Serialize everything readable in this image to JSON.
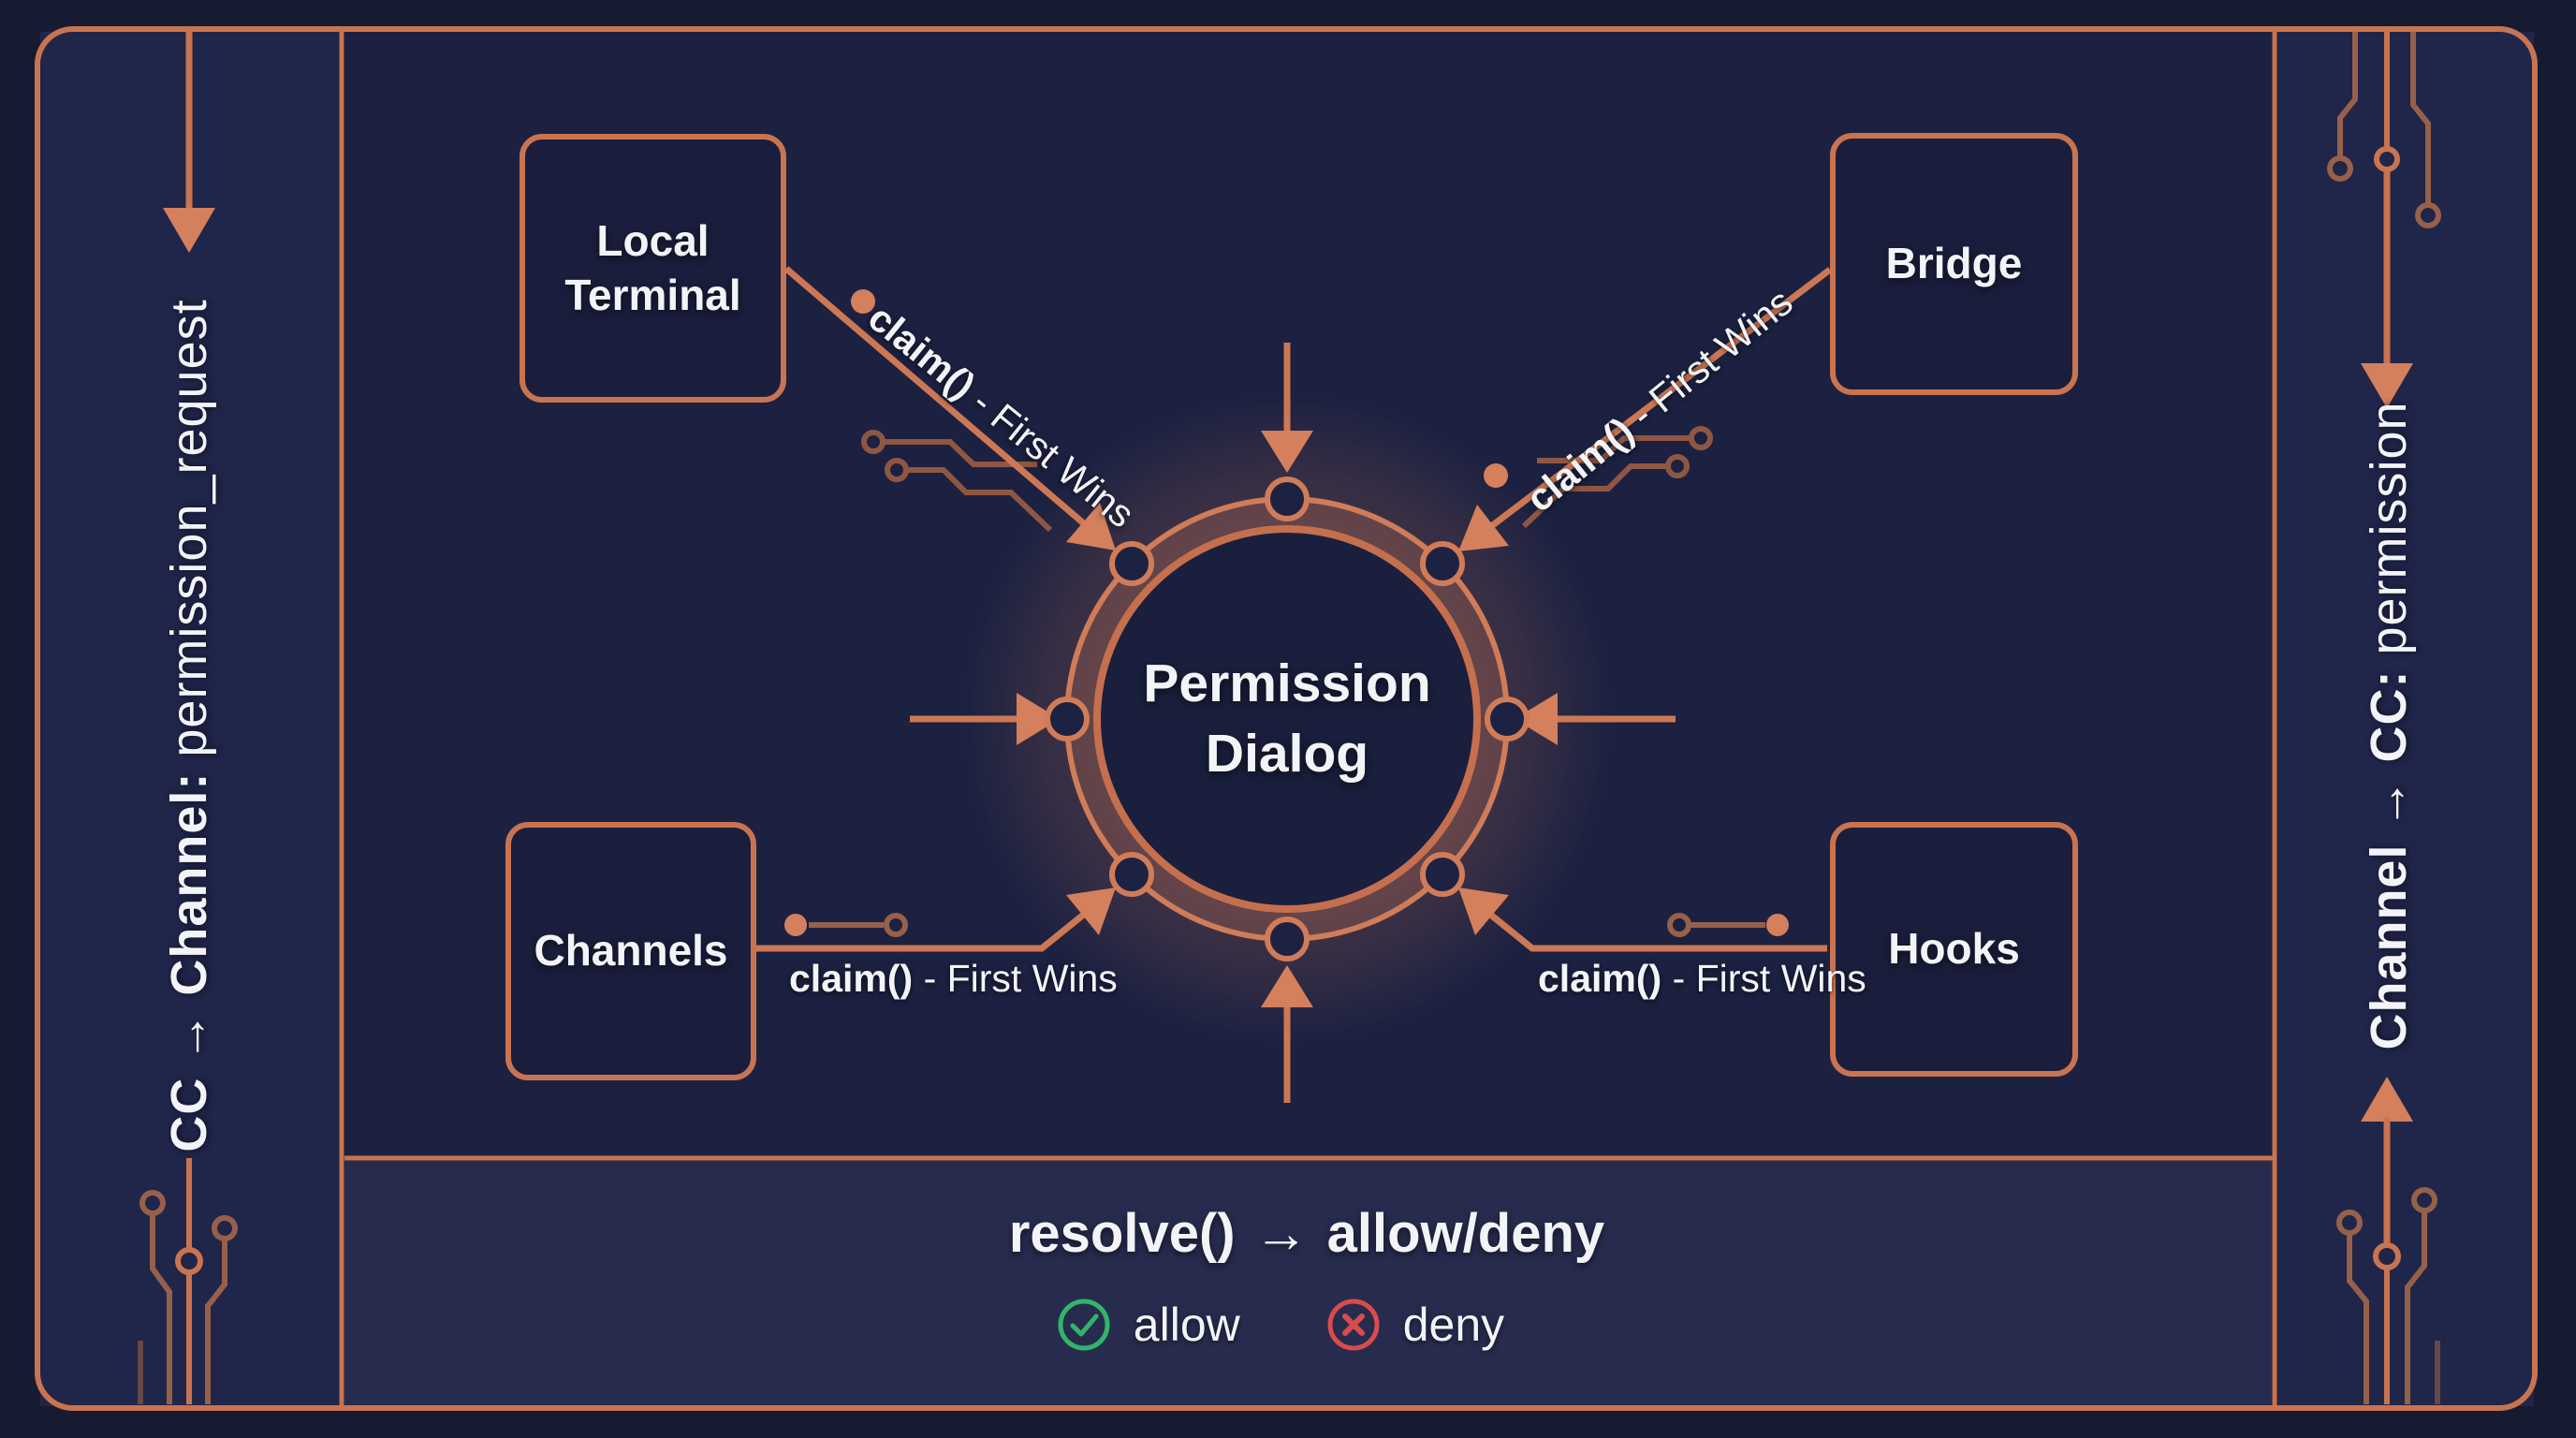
{
  "sidebars": {
    "left": {
      "bold": "CC → Channel:",
      "code": "permission_request"
    },
    "right": {
      "bold": "Channel → CC:",
      "code": "permission"
    }
  },
  "boxes": {
    "local_terminal": "Local Terminal",
    "bridge": "Bridge",
    "channels": "Channels",
    "hooks": "Hooks"
  },
  "center": {
    "line1": "Permission",
    "line2": "Dialog"
  },
  "claim": {
    "fn": "claim()",
    "suffix": "- First Wins"
  },
  "footer": {
    "fn": "resolve()",
    "arrow": "→",
    "result": "allow/deny"
  },
  "legend": {
    "allow": "allow",
    "deny": "deny"
  },
  "colors": {
    "accent": "#c97450",
    "arrowhead": "#d4805c",
    "green": "#32b469",
    "red": "#d84c4c",
    "text": "#f3f4f7"
  }
}
